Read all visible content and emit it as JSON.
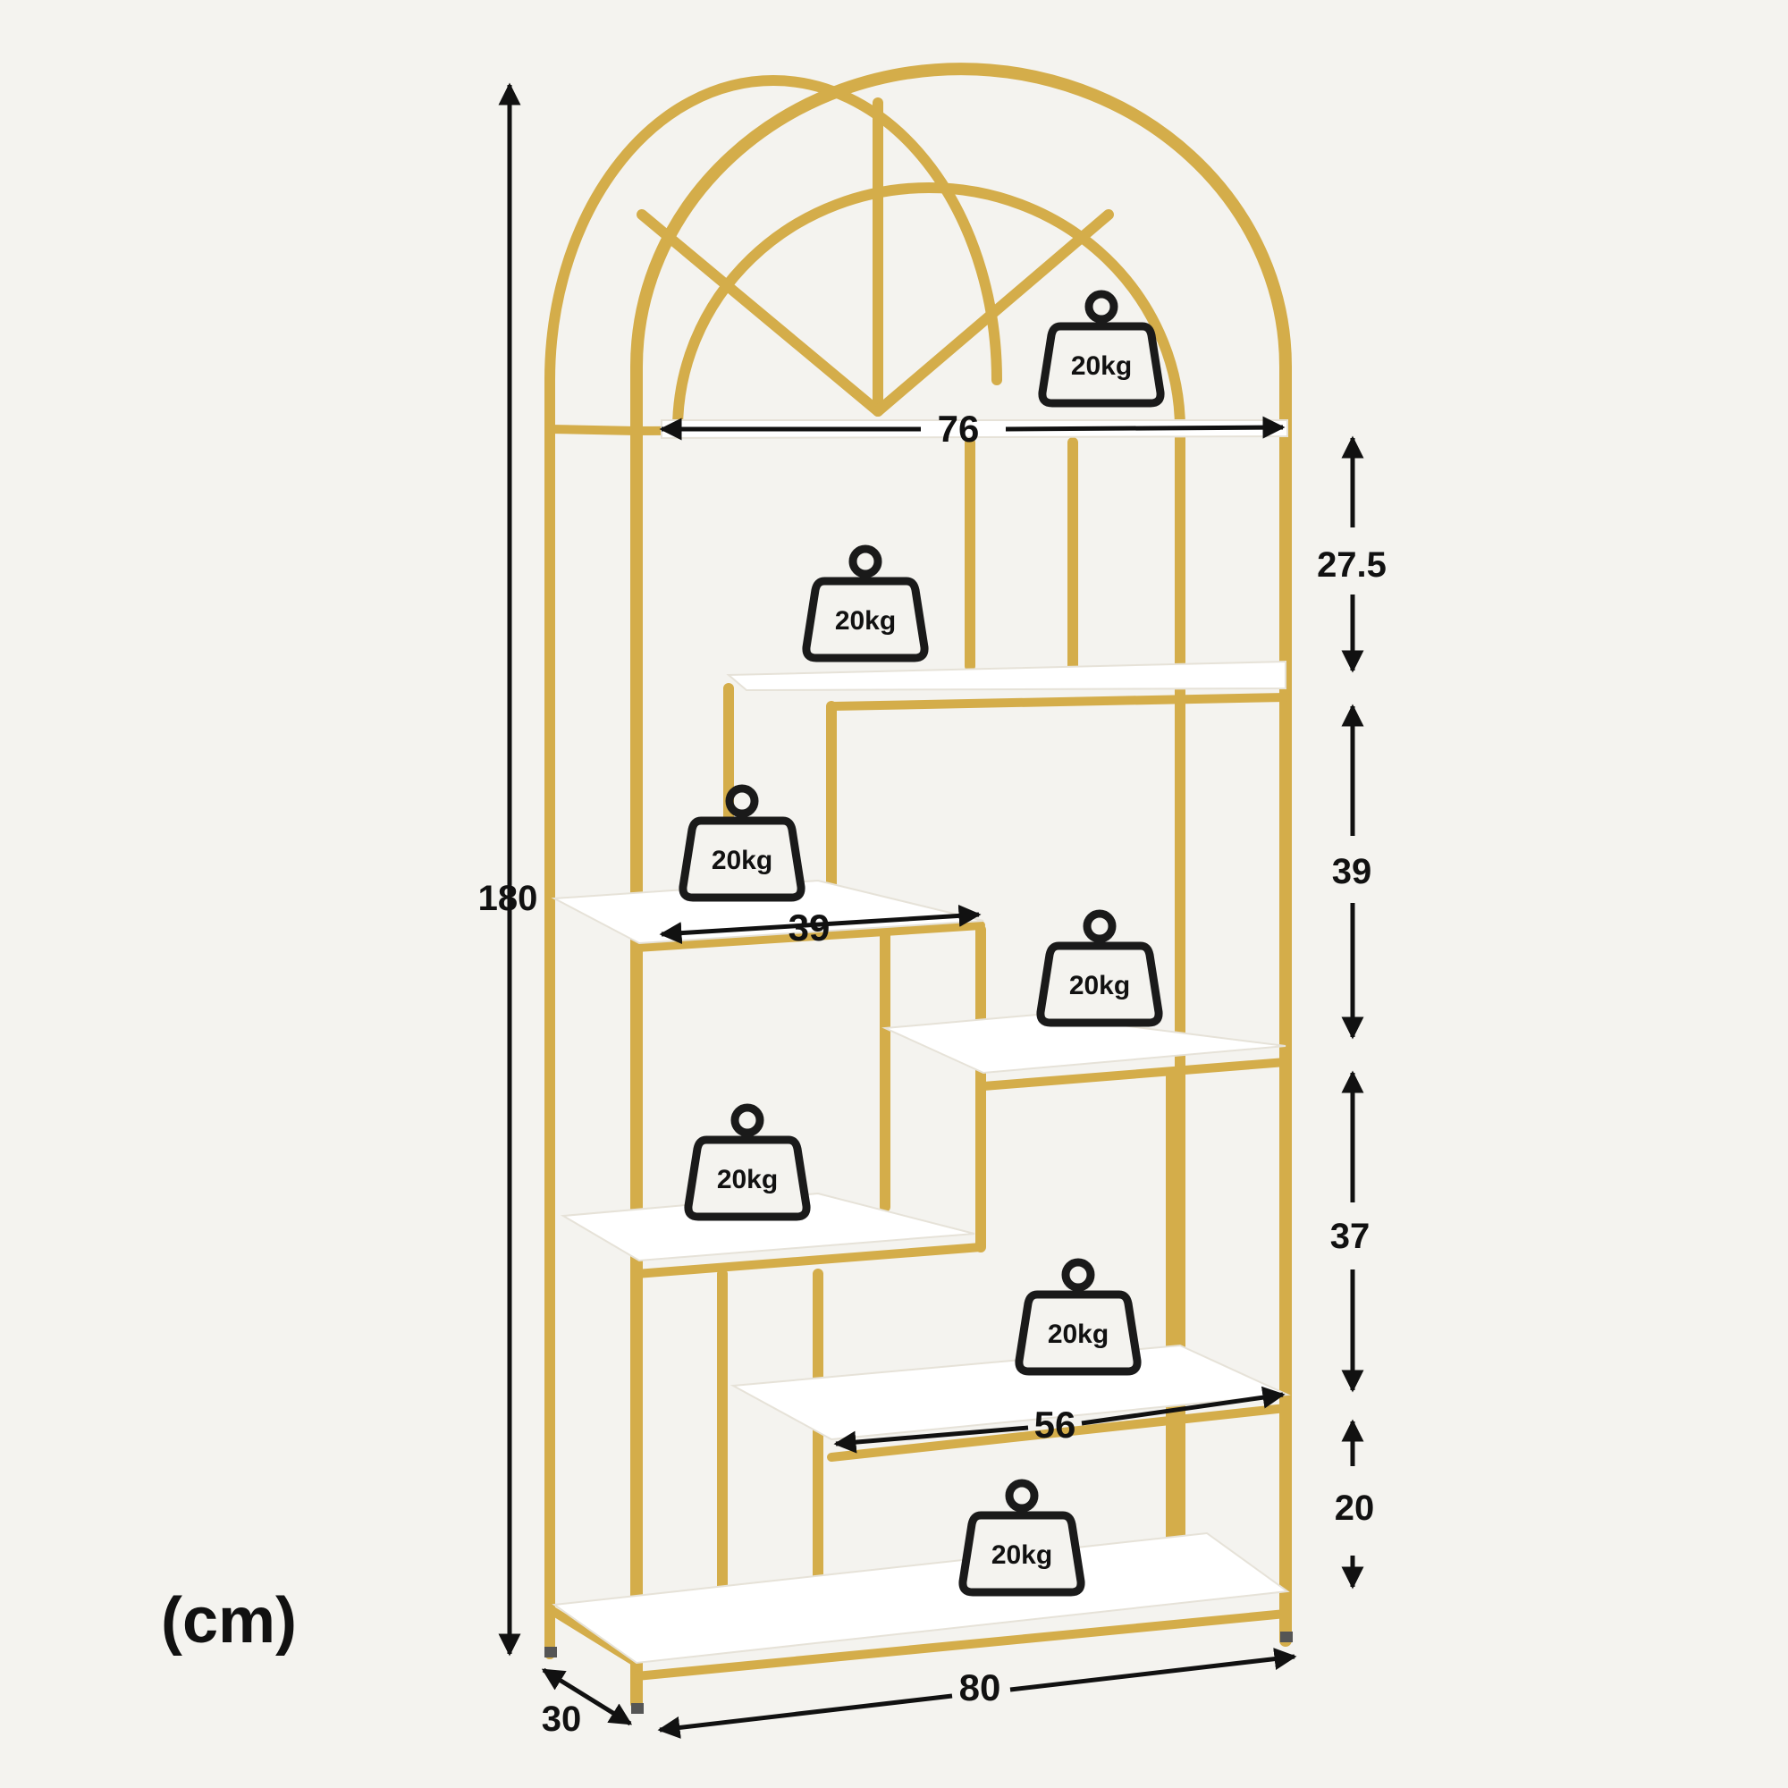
{
  "unit_label": "(cm)",
  "dimensions": {
    "total_height": "180",
    "top_width": "76",
    "depth": "30",
    "bottom_width": "80",
    "left_shelf_width": "39",
    "bottom_shelf_width": "56",
    "gap_1": "27.5",
    "gap_2": "39",
    "gap_3": "37",
    "gap_4": "20"
  },
  "load_capacity": {
    "label": "20kg",
    "shelves": [
      "20kg",
      "20kg",
      "20kg",
      "20kg",
      "20kg",
      "20kg",
      "20kg"
    ]
  },
  "colors": {
    "frame_gold": "#d4ad4a",
    "shelf_white": "#ffffff",
    "arrow_black": "#111111",
    "background": "#f4f3ef"
  }
}
